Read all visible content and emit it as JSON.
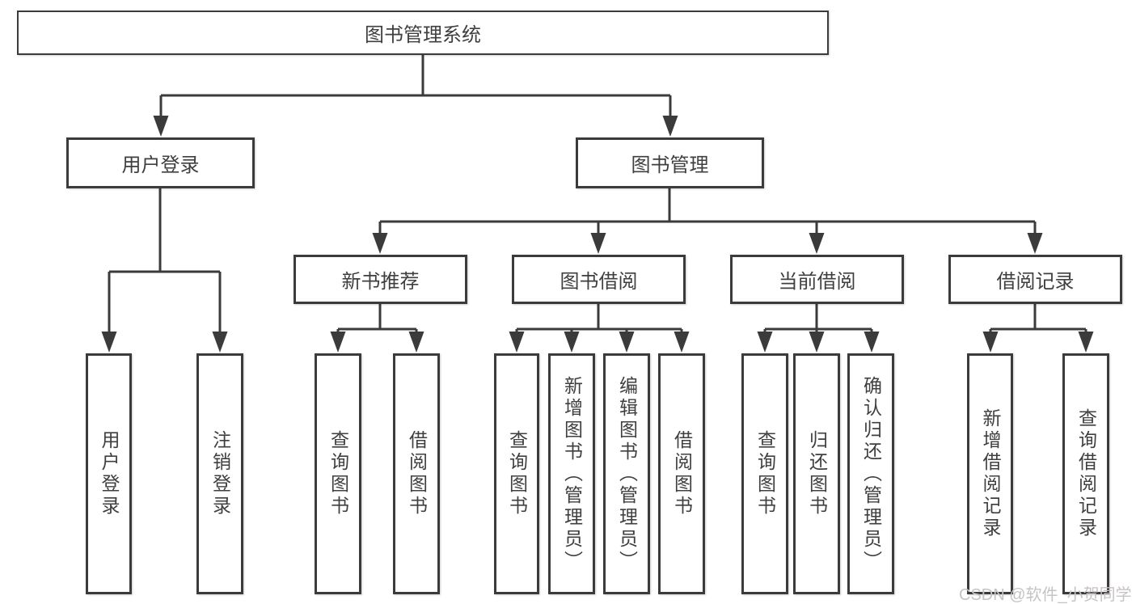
{
  "diagram": {
    "title": "图书管理系统",
    "root": {
      "label": "图书管理系统"
    },
    "level2": [
      {
        "id": "user-login",
        "label": "用户登录",
        "parent": "图书管理系统"
      },
      {
        "id": "book-management",
        "label": "图书管理",
        "parent": "图书管理系统"
      }
    ],
    "level3": [
      {
        "id": "new-book-recommend",
        "label": "新书推荐",
        "parent": "图书管理"
      },
      {
        "id": "book-borrowing",
        "label": "图书借阅",
        "parent": "图书管理"
      },
      {
        "id": "current-borrowing",
        "label": "当前借阅",
        "parent": "图书管理"
      },
      {
        "id": "borrowing-records",
        "label": "借阅记录",
        "parent": "图书管理"
      }
    ],
    "leaves": [
      {
        "id": "leaf-user-login",
        "label": "用户登录",
        "parent": "用户登录"
      },
      {
        "id": "leaf-logout",
        "label": "注销登录",
        "parent": "用户登录"
      },
      {
        "id": "leaf-query-books-recommend",
        "label": "查询图书",
        "parent": "新书推荐"
      },
      {
        "id": "leaf-borrow-books-recommend",
        "label": "借阅图书",
        "parent": "新书推荐"
      },
      {
        "id": "leaf-query-books-borrowing",
        "label": "查询图书",
        "parent": "图书借阅"
      },
      {
        "id": "leaf-add-books-admin",
        "label": "新增图书（管理员）",
        "parent": "图书借阅"
      },
      {
        "id": "leaf-edit-books-admin",
        "label": "编辑图书（管理员）",
        "parent": "图书借阅"
      },
      {
        "id": "leaf-borrow-books-borrowing",
        "label": "借阅图书",
        "parent": "图书借阅"
      },
      {
        "id": "leaf-query-books-current",
        "label": "查询图书",
        "parent": "当前借阅"
      },
      {
        "id": "leaf-return-books",
        "label": "归还图书",
        "parent": "当前借阅"
      },
      {
        "id": "leaf-confirm-return-admin",
        "label": "确认归还（管理员）",
        "parent": "当前借阅"
      },
      {
        "id": "leaf-add-borrow-record",
        "label": "新增借阅记录",
        "parent": "借阅记录"
      },
      {
        "id": "leaf-query-borrow-record",
        "label": "查询借阅记录",
        "parent": "借阅记录"
      }
    ]
  },
  "watermark": {
    "text": "CSDN @软件_小贺同学"
  },
  "colors": {
    "line": "#3b3b3b",
    "text": "#3f3f3f",
    "box_bg": "#ffffff",
    "background": "#ffffff",
    "watermark": "#c8c3c3"
  }
}
